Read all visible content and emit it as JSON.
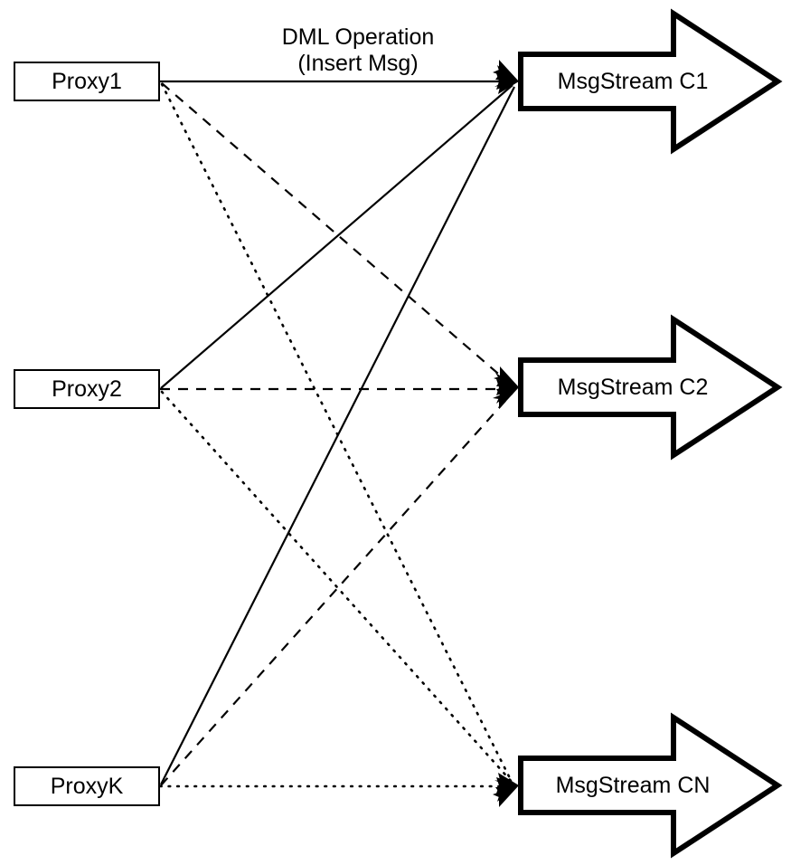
{
  "diagram": {
    "title_label": {
      "line1": "DML Operation",
      "line2": "(Insert Msg)"
    },
    "colors": {
      "background": "#ffffff",
      "stroke": "#000000",
      "fill": "#ffffff"
    },
    "proxies": [
      {
        "id": "proxy1",
        "label": "Proxy1"
      },
      {
        "id": "proxy2",
        "label": "Proxy2"
      },
      {
        "id": "proxyk",
        "label": "ProxyK"
      }
    ],
    "streams": [
      {
        "id": "msgstream-c1",
        "label": "MsgStream C1"
      },
      {
        "id": "msgstream-c2",
        "label": "MsgStream C2"
      },
      {
        "id": "msgstream-cn",
        "label": "MsgStream CN"
      }
    ],
    "edges": [
      {
        "from": "Proxy1",
        "to": "MsgStream C1",
        "style": "solid"
      },
      {
        "from": "Proxy1",
        "to": "MsgStream C2",
        "style": "dashed"
      },
      {
        "from": "Proxy1",
        "to": "MsgStream CN",
        "style": "dotted"
      },
      {
        "from": "Proxy2",
        "to": "MsgStream C1",
        "style": "solid"
      },
      {
        "from": "Proxy2",
        "to": "MsgStream C2",
        "style": "dashed"
      },
      {
        "from": "Proxy2",
        "to": "MsgStream CN",
        "style": "dotted"
      },
      {
        "from": "ProxyK",
        "to": "MsgStream C1",
        "style": "solid"
      },
      {
        "from": "ProxyK",
        "to": "MsgStream C2",
        "style": "dashed"
      },
      {
        "from": "ProxyK",
        "to": "MsgStream CN",
        "style": "dotted"
      }
    ]
  }
}
